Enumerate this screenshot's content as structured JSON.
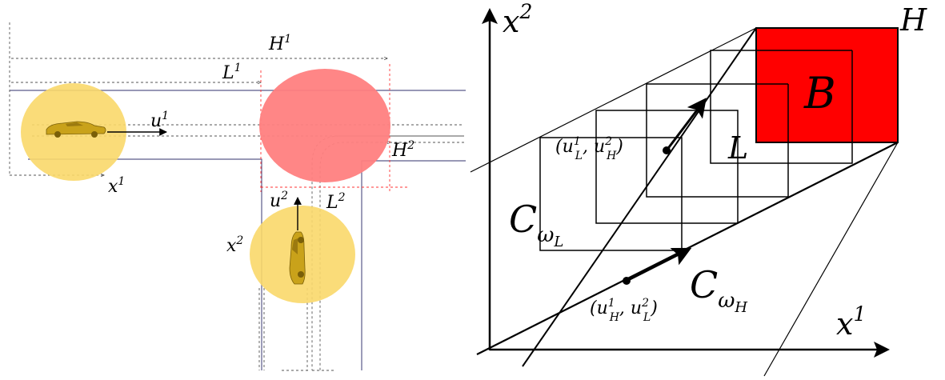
{
  "left": {
    "labels": {
      "H1": {
        "base": "H",
        "sup": "1"
      },
      "L1": {
        "base": "L",
        "sup": "1"
      },
      "u1": {
        "base": "u",
        "sup": "1"
      },
      "x1": {
        "base": "x",
        "sup": "1"
      },
      "H2": {
        "base": "H",
        "sup": "2"
      },
      "L2": {
        "base": "L",
        "sup": "2"
      },
      "u2": {
        "base": "u",
        "sup": "2"
      },
      "x2": {
        "base": "x",
        "sup": "2"
      }
    },
    "colors": {
      "vehicle_zone": "#f9d86a",
      "conflict_zone": "#ff7f7f",
      "road_line": "#5b5b8a",
      "dashed": "#555555",
      "red_dashed": "#ff3333",
      "car_body": "#c9a21a"
    }
  },
  "right": {
    "axes": {
      "x1": {
        "base": "x",
        "sup": "1"
      },
      "x2": {
        "base": "x",
        "sup": "2"
      }
    },
    "labels": {
      "H": "H",
      "B": "B",
      "L": "L",
      "C_L": {
        "base": "C",
        "sub1": "ω",
        "sub2": "L"
      },
      "C_H": {
        "base": "C",
        "sub1": "ω",
        "sub2": "H"
      },
      "p1": {
        "open": "(",
        "u": "u",
        "sup1": "1",
        "sub1": "L",
        "sep": ", u",
        "sup2": "2",
        "sub2": "H",
        "close": ")"
      },
      "p2": {
        "open": "(",
        "u": "u",
        "sup1": "1",
        "sub1": "H",
        "sep": ", u",
        "sup2": "2",
        "sub2": "L",
        "close": ")"
      }
    },
    "colors": {
      "bad_set": "#ff0000",
      "line": "#000000"
    }
  }
}
